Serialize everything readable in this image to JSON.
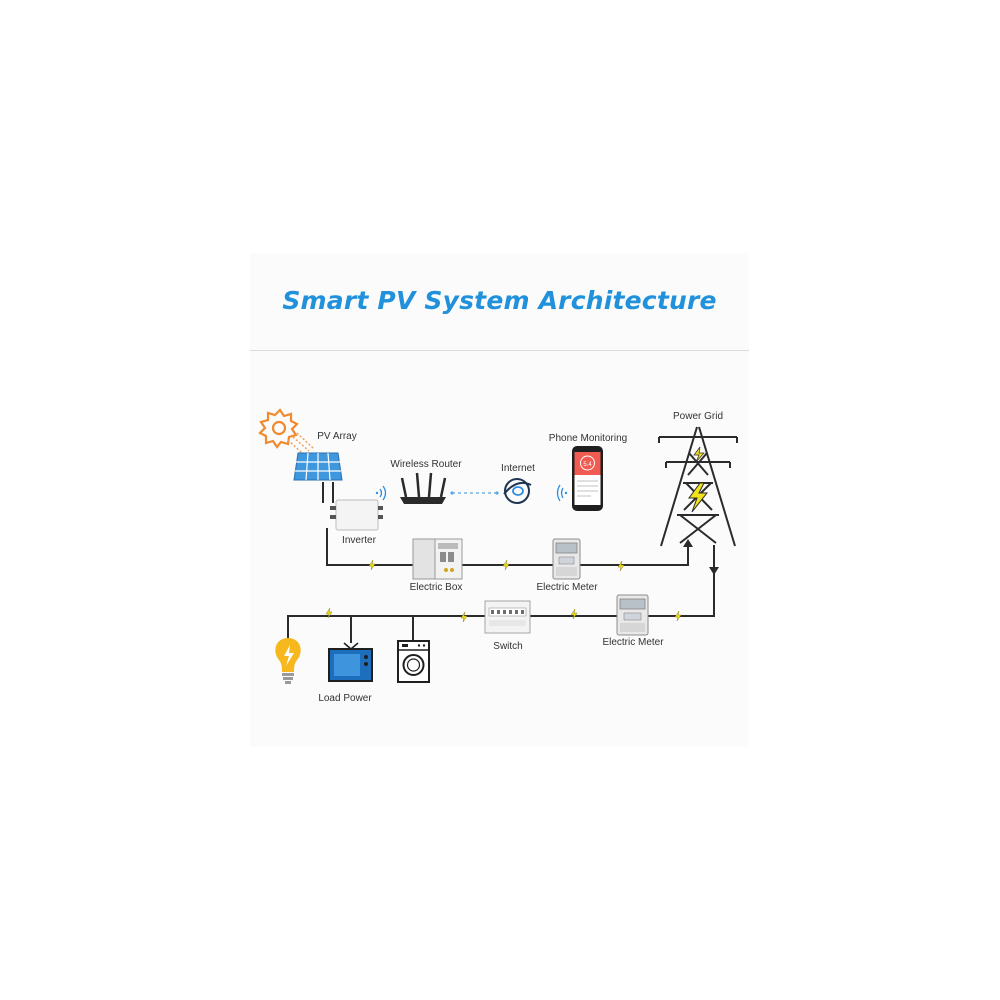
{
  "title": "Smart PV System Architecture",
  "colors": {
    "title": "#2191db",
    "line": "#2b2b2b",
    "bolt": "#f2e21c",
    "wifi": "#2f8de0",
    "sun": "#f08a2c",
    "panel": "#3f97dd"
  },
  "labels": {
    "pv_array": "PV Array",
    "wireless_router": "Wireless Router",
    "internet": "Internet",
    "phone_monitoring": "Phone Monitoring",
    "power_grid": "Power Grid",
    "inverter": "Inverter",
    "electric_box": "Electric Box",
    "electric_meter_top": "Electric Meter",
    "switch": "Switch",
    "electric_meter_bottom": "Electric Meter",
    "load_power": "Load Power"
  },
  "phone": {
    "reading": "5.4"
  }
}
